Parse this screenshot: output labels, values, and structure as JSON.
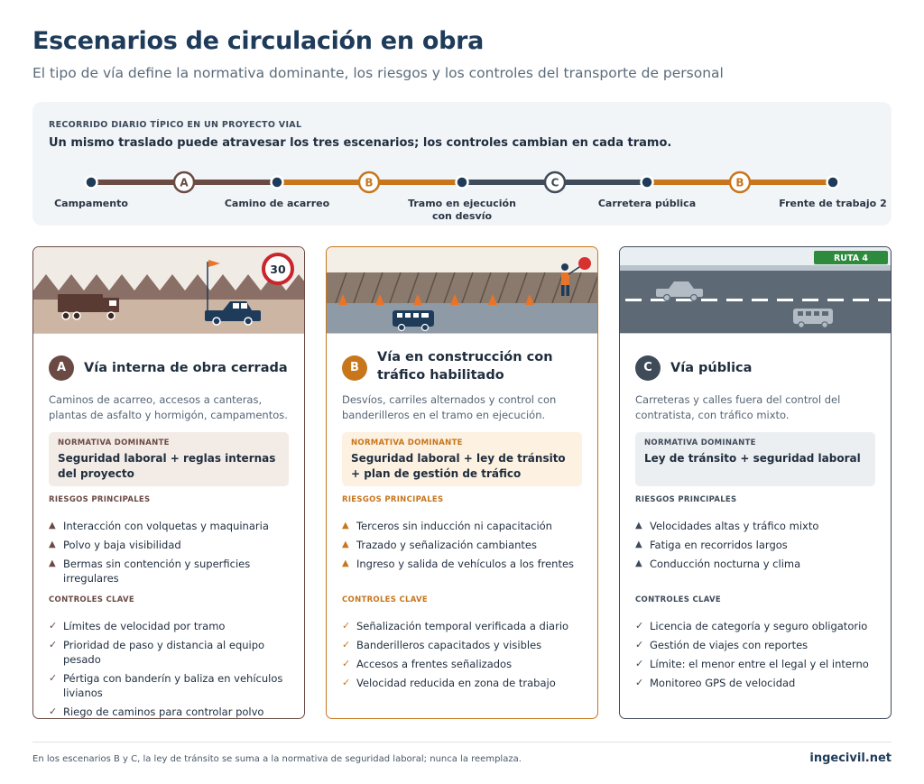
{
  "header": {
    "title": "Escenarios de circulación en obra",
    "subtitle": "El tipo de vía define la normativa dominante, los riesgos y los controles del transporte de personal"
  },
  "route": {
    "kicker": "RECORRIDO DIARIO TÍPICO EN UN PROYECTO VIAL",
    "lead": "Un mismo traslado puede atravesar los tres escenarios; los controles cambian en cada tramo.",
    "stops": [
      "Campamento",
      "Camino de acarreo",
      "Tramo en ejecución con desvío",
      "Carretera pública",
      "Frente de trabajo 2"
    ],
    "segments": [
      "A",
      "B",
      "C",
      "B"
    ]
  },
  "cards": [
    {
      "letter": "A",
      "color": "#6b4a44",
      "title": "Vía interna de obra cerrada",
      "desc": "Caminos de acarreo, accesos a canteras, plantas de asfalto y hormigón, campamentos.",
      "norm_kicker": "NORMATIVA DOMINANTE",
      "norm": "Seguridad laboral + reglas internas del proyecto",
      "risks_kicker": "RIESGOS PRINCIPALES",
      "risks": [
        "Interacción con volquetas y maquinaria",
        "Polvo y baja visibilidad",
        "Bermas sin contención y superficies irregulares"
      ],
      "controls_kicker": "CONTROLES CLAVE",
      "controls": [
        "Límites de velocidad por tramo",
        "Prioridad de paso y distancia al equipo pesado",
        "Pértiga con banderín y baliza en vehículos livianos",
        "Riego de caminos para controlar polvo"
      ],
      "speed_sign": "30"
    },
    {
      "letter": "B",
      "color": "#c7761c",
      "title": "Vía en construcción con tráfico habilitado",
      "desc": "Desvíos, carriles alternados y control con banderilleros en el tramo en ejecución.",
      "norm_kicker": "NORMATIVA DOMINANTE",
      "norm": "Seguridad laboral + ley de tránsito + plan de gestión de tráfico",
      "risks_kicker": "RIESGOS PRINCIPALES",
      "risks": [
        "Terceros sin inducción ni capacitación",
        "Trazado y señalización cambiantes",
        "Ingreso y salida de vehículos a los frentes"
      ],
      "controls_kicker": "CONTROLES CLAVE",
      "controls": [
        "Señalización temporal verificada a diario",
        "Banderilleros capacitados y visibles",
        "Accesos a frentes señalizados",
        "Velocidad reducida en zona de trabajo"
      ]
    },
    {
      "letter": "C",
      "color": "#3f4b58",
      "title": "Vía pública",
      "desc": "Carreteras y calles fuera del control del contratista, con tráfico mixto.",
      "norm_kicker": "NORMATIVA DOMINANTE",
      "norm": "Ley de tránsito + seguridad laboral",
      "risks_kicker": "RIESGOS PRINCIPALES",
      "risks": [
        "Velocidades altas y tráfico mixto",
        "Fatiga en recorridos largos",
        "Conducción nocturna y clima"
      ],
      "controls_kicker": "CONTROLES CLAVE",
      "controls": [
        "Licencia de categoría y seguro obligatorio",
        "Gestión de viajes con reportes",
        "Límite: el menor entre el legal y el interno",
        "Monitoreo GPS de velocidad"
      ],
      "route_sign": "RUTA 4"
    }
  ],
  "footer": {
    "note": "En los escenarios B y C, la ley de tránsito se suma a la normativa de seguridad laboral; nunca la reemplaza.",
    "brand": "ingecivil.net"
  },
  "colors": {
    "a": "#6b4a44",
    "b": "#c7761c",
    "c": "#3f4b58",
    "navy": "#1f3b5a"
  }
}
